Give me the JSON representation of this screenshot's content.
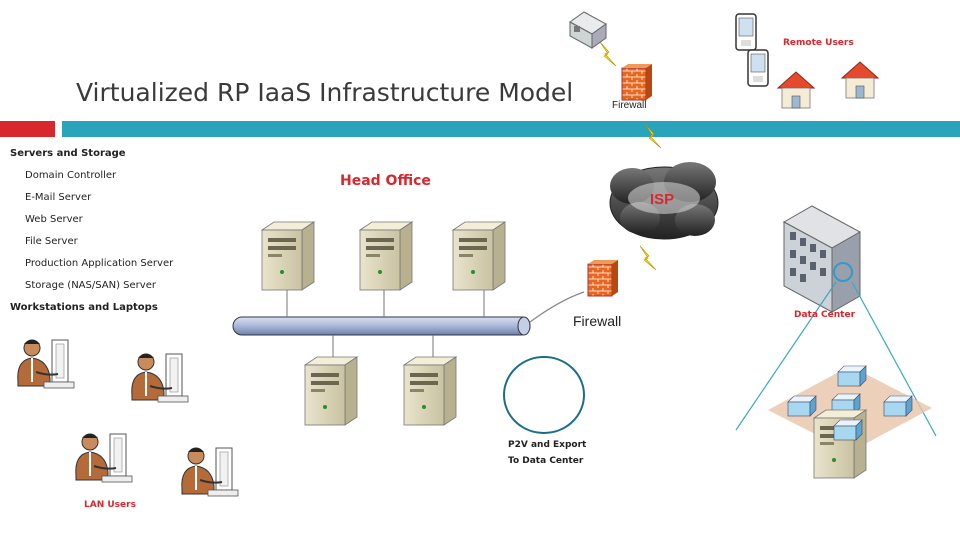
{
  "title": "Virtualized RP IaaS Infrastructure Model",
  "list": {
    "servers_heading": "Servers and Storage",
    "items": [
      "Domain Controller",
      "E-Mail Server",
      "Web Server",
      "File Server",
      "Production Application Server",
      "Storage (NAS/SAN) Server"
    ],
    "workstations_heading": "Workstations and Laptops"
  },
  "labels": {
    "head_office": "Head Office",
    "lan_users": "LAN Users",
    "remote_users": "Remote Users",
    "data_center": "Data Center",
    "isp": "ISP",
    "firewall_main": "Firewall",
    "firewall_top": "Firewall",
    "p2v_line1": "P2V and Export",
    "p2v_line2": "To Data Center"
  },
  "colors": {
    "accent_red": "#d9272e",
    "accent_teal": "#2aa4bb"
  }
}
